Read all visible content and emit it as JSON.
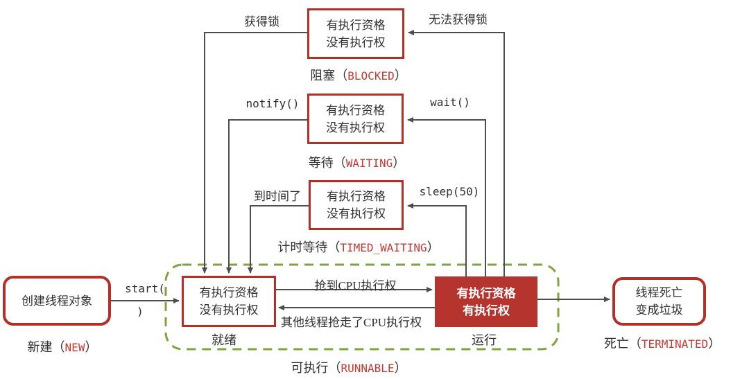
{
  "colors": {
    "red_border": "#b23028",
    "red_fill": "#b5342e",
    "red_text": "#c43a31",
    "line_gray": "#4d4d4d",
    "green_dashed": "#7ea43e",
    "text_dark": "#2f2f2f"
  },
  "boxes": {
    "blocked": {
      "line1": "有执行资格",
      "line2": "没有执行权"
    },
    "waiting": {
      "line1": "有执行资格",
      "line2": "没有执行权"
    },
    "timed_waiting": {
      "line1": "有执行资格",
      "line2": "没有执行权"
    },
    "new": {
      "line1": "创建线程对象"
    },
    "ready": {
      "line1": "有执行资格",
      "line2": "没有执行权"
    },
    "running": {
      "line1": "有执行资格",
      "line2": "有执行权"
    },
    "terminated": {
      "line1": "线程死亡",
      "line2": "变成垃圾"
    }
  },
  "captions": {
    "blocked": {
      "pre": "阻塞（",
      "en": "BLOCKED",
      "suf": "）"
    },
    "waiting": {
      "pre": "等待（",
      "en": "WAITING",
      "suf": "）"
    },
    "timed_waiting": {
      "pre": "计时等待（",
      "en": "TIMED_WAITING",
      "suf": "）"
    },
    "new": {
      "pre": "新建（",
      "en": "NEW",
      "suf": "）"
    },
    "terminated": {
      "pre": "死亡（",
      "en": "TERMINATED",
      "suf": "）"
    },
    "runnable": {
      "pre": "可执行（",
      "en": "RUNNABLE",
      "suf": "）"
    },
    "ready": "就绪",
    "running": "运行"
  },
  "edges": {
    "acquire_lock": "获得锁",
    "cannot_acquire_lock": "无法获得锁",
    "notify": "notify()",
    "wait": "wait()",
    "time_up": "到时间了",
    "sleep": "sleep(50)",
    "start_line1": "start(",
    "start_line2": ")",
    "grab_cpu": "抢到CPU执行权",
    "lose_cpu": "其他线程抢走了CPU执行权"
  }
}
